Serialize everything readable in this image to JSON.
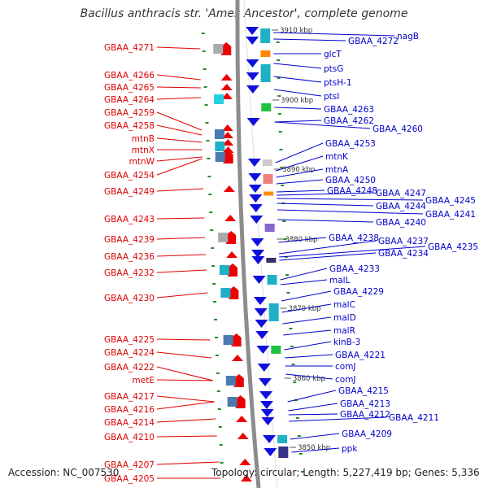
{
  "title": "Bacillus anthracis str. 'Ames Ancestor', complete genome",
  "footer": {
    "accession": "Accession: NC_007530",
    "topology": "Topology: circular; Length: 5,227,419 bp; Genes: 5,336"
  },
  "colors": {
    "left_label": "#e00000",
    "right_label": "#0000cc",
    "reverse_strand": "#ee0000",
    "forward_strand": "#1010dd",
    "backbone": "#888888",
    "tick": "#2a8a2a"
  },
  "scale_labels": [
    "3910 kbp",
    "3900 kbp",
    "3890 kbp",
    "3880 kbp",
    "3870 kbp",
    "3860 kbp",
    "3850 kbp"
  ],
  "left_labels": [
    "GBAA_4271",
    "GBAA_4266",
    "GBAA_4265",
    "GBAA_4264",
    "GBAA_4259",
    "GBAA_4258",
    "mtnB",
    "mtnX",
    "mtnW",
    "GBAA_4254",
    "GBAA_4249",
    "GBAA_4243",
    "GBAA_4239",
    "GBAA_4236",
    "GBAA_4232",
    "GBAA_4230",
    "GBAA_4225",
    "GBAA_4224",
    "GBAA_4222",
    "metE",
    "GBAA_4217",
    "GBAA_4216",
    "GBAA_4214",
    "GBAA_4210",
    "GBAA_4207",
    "GBAA_4205"
  ],
  "right_labels": [
    "nagB",
    "GBAA_4272",
    "glcT",
    "ptsG",
    "ptsH-1",
    "ptsI",
    "GBAA_4263",
    "GBAA_4262",
    "GBAA_4260",
    "GBAA_4253",
    "mtnK",
    "mtnA",
    "GBAA_4250",
    "GBAA_4248",
    "GBAA_4247",
    "GBAA_4245",
    "GBAA_4244",
    "GBAA_4241",
    "GBAA_4240",
    "GBAA_4238",
    "GBAA_4237",
    "GBAA_4235",
    "GBAA_4234",
    "GBAA_4233",
    "malL",
    "GBAA_4229",
    "malC",
    "malD",
    "malR",
    "kinB-3",
    "GBAA_4221",
    "comJ",
    "comJ",
    "GBAA_4215",
    "GBAA_4213",
    "GBAA_4212",
    "GBAA_4211",
    "GBAA_4209",
    "ppk"
  ]
}
